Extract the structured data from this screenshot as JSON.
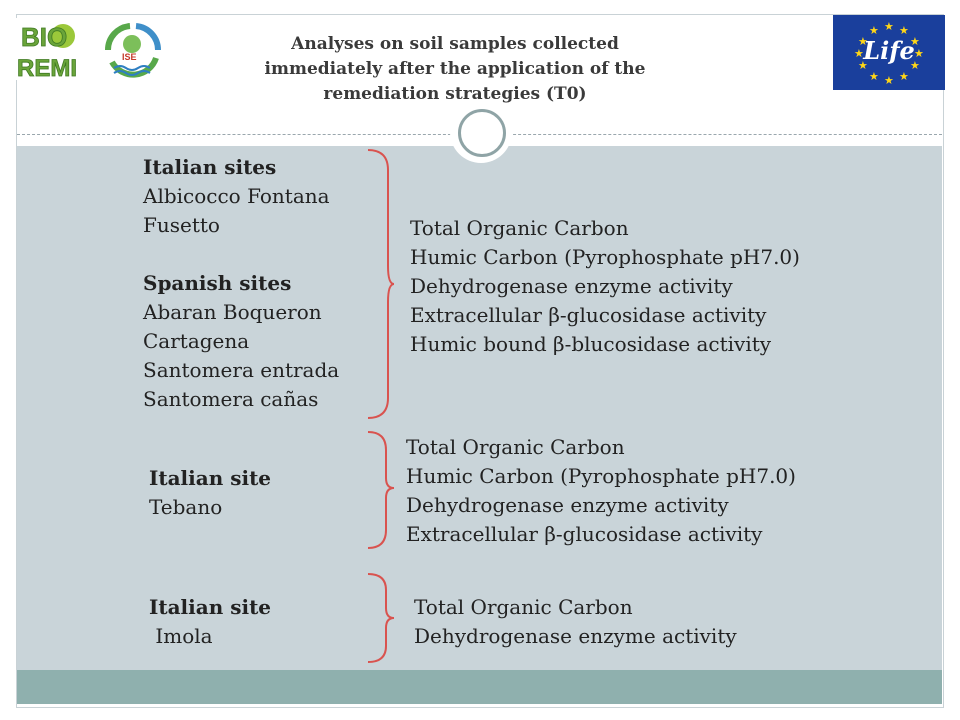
{
  "header": {
    "title_lines": [
      "Analyses on soil samples collected",
      "immediately after the application of the",
      "remediation strategies (T0)"
    ],
    "logo_bioremi_text": [
      "BIO",
      "REMI"
    ],
    "logo_ise_text": "ISE",
    "eu_logo_text": "Life"
  },
  "groups": [
    {
      "sites": [
        {
          "heading": "Italian sites",
          "lines": [
            "Albicocco  Fontana",
            "Fusetto"
          ]
        },
        {
          "heading": "Spanish sites",
          "lines": [
            "Abaran  Boqueron",
            "Cartagena",
            "Santomera entrada",
            "Santomera cañas"
          ]
        }
      ],
      "analyses": [
        "Total Organic Carbon",
        "Humic Carbon (Pyrophosphate pH7.0)",
        "Dehydrogenase enzyme activity",
        "Extracellular β-glucosidase activity",
        "Humic bound β-blucosidase activity"
      ]
    },
    {
      "sites": [
        {
          "heading": "Italian site",
          "lines": [
            "Tebano"
          ]
        }
      ],
      "analyses": [
        "Total Organic Carbon",
        "Humic Carbon (Pyrophosphate pH7.0)",
        "Dehydrogenase enzyme activity",
        "Extracellular β-glucosidase activity"
      ]
    },
    {
      "sites": [
        {
          "heading": "Italian site",
          "lines": [
            " Imola"
          ]
        }
      ],
      "analyses": [
        "Total Organic Carbon",
        "Dehydrogenase enzyme activity"
      ]
    }
  ],
  "colors": {
    "content_bg": "#c9d4d9",
    "footer_bg": "#8fb0ae",
    "bracket": "#d9534f",
    "eu_blue": "#1a3f9c",
    "eu_star": "#ffd617"
  }
}
